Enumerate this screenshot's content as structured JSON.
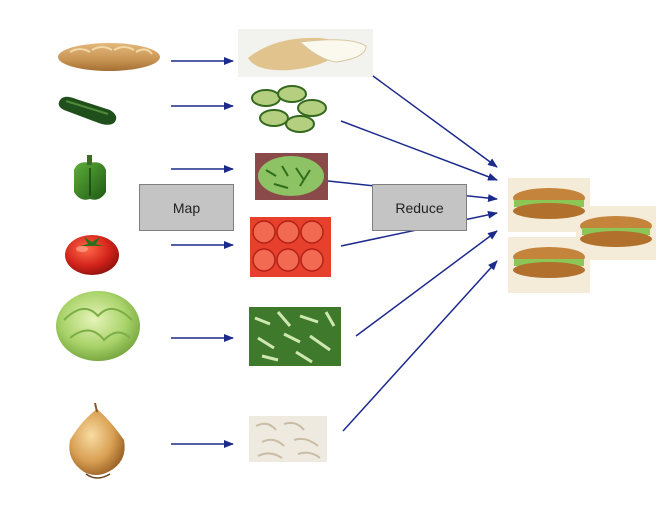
{
  "diagram": {
    "map_label": "Map",
    "reduce_label": "Reduce",
    "arrow_color": "#1c2a8c",
    "box_fill": "#c4c4c4",
    "box_border": "#7f7f7f",
    "inputs": [
      "bread-loaf",
      "cucumber",
      "green-pepper",
      "tomato",
      "lettuce",
      "onion"
    ],
    "mapped": [
      "sliced-bread",
      "sliced-cucumber",
      "chopped-pepper",
      "sliced-tomato",
      "shredded-lettuce",
      "sliced-onion"
    ],
    "output": "sandwiches"
  }
}
